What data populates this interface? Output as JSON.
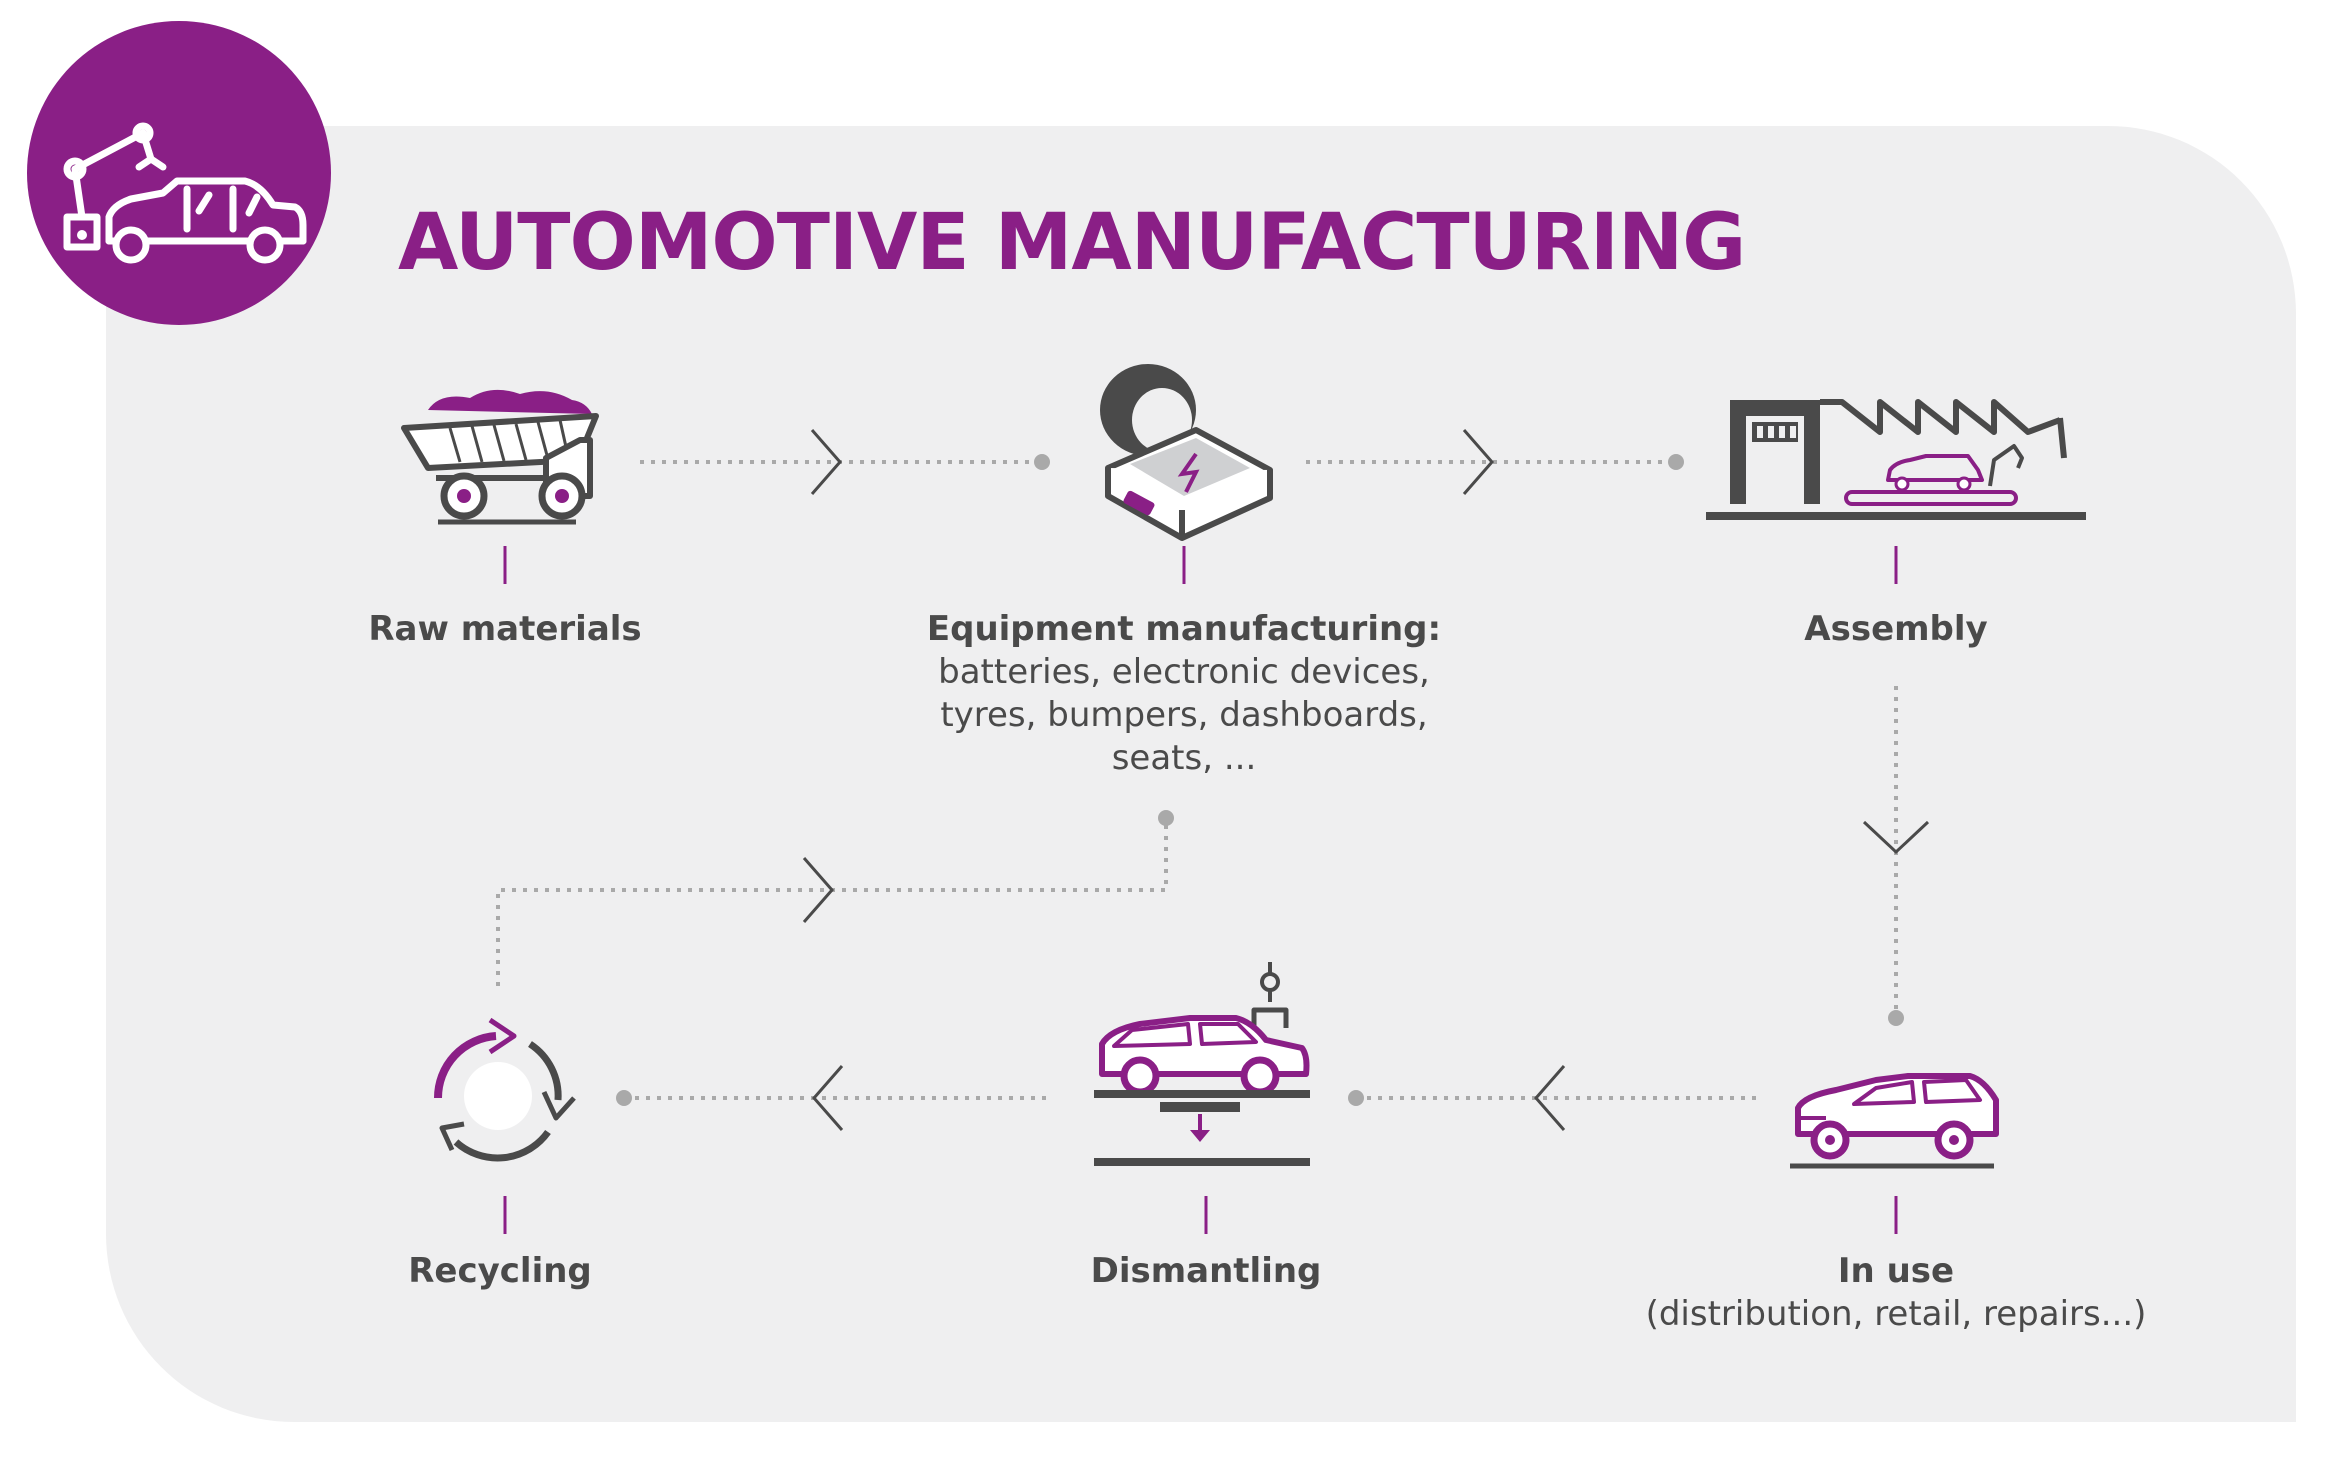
{
  "title": "AUTOMOTIVE MANUFACTURING",
  "colors": {
    "accent": "#8a1f86",
    "icon_dark": "#4a4a4a",
    "connector": "#a9a9a9",
    "panel": "#efeff0"
  },
  "badge_icon": "robot-arm-car-icon",
  "stages": [
    {
      "label": "Raw materials",
      "icon": "mining-truck-icon"
    },
    {
      "label": "Equipment manufacturing:",
      "sub_lines": [
        "batteries, electronic devices,",
        "tyres, bumpers, dashboards,",
        "seats, ..."
      ],
      "icon": "battery-tyre-icon"
    },
    {
      "label": "Assembly",
      "icon": "factory-assembly-icon"
    },
    {
      "label": "In use",
      "sub_lines": [
        "(distribution, retail, repairs...)"
      ],
      "icon": "suv-car-icon"
    },
    {
      "label": "Dismantling",
      "icon": "car-dismantling-icon"
    },
    {
      "label": "Recycling",
      "icon": "recycle-arrows-icon"
    }
  ]
}
